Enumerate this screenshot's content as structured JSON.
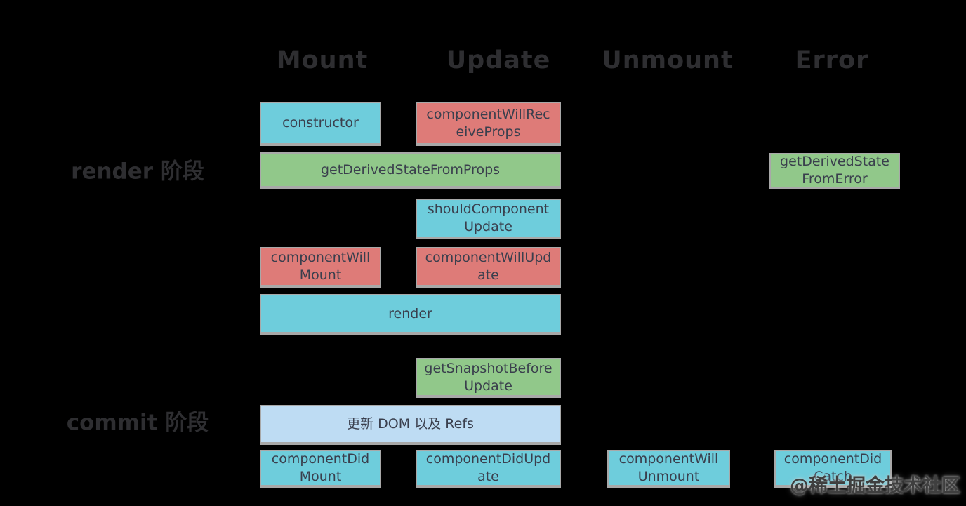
{
  "diagram": {
    "columns": [
      {
        "label": "Mount"
      },
      {
        "label": "Update"
      },
      {
        "label": "Unmount"
      },
      {
        "label": "Error"
      }
    ],
    "rows": [
      {
        "label": "render 阶段"
      },
      {
        "label": "commit 阶段"
      }
    ],
    "boxes": [
      {
        "label": "constructor",
        "color": "cyan",
        "column": "Mount"
      },
      {
        "label": "componentWillReceiveProps",
        "color": "red",
        "column": "Update"
      },
      {
        "label": "getDerivedStateFromProps",
        "color": "green",
        "column": "Mount+Update"
      },
      {
        "label": "getDerivedStateFromError",
        "color": "green",
        "column": "Error"
      },
      {
        "label": "shouldComponentUpdate",
        "color": "cyan",
        "column": "Update"
      },
      {
        "label": "componentWillMount",
        "color": "red",
        "column": "Mount"
      },
      {
        "label": "componentWillUpdate",
        "color": "red",
        "column": "Update"
      },
      {
        "label": "render",
        "color": "cyan",
        "column": "Mount+Update"
      },
      {
        "label": "getSnapshotBeforeUpdate",
        "color": "green",
        "column": "Update"
      },
      {
        "label": "更新 DOM 以及 Refs",
        "color": "blue",
        "column": "Mount+Update"
      },
      {
        "label": "componentDidMount",
        "color": "cyan",
        "column": "Mount"
      },
      {
        "label": "componentDidUpdate",
        "color": "cyan",
        "column": "Update"
      },
      {
        "label": "componentWillUnmount",
        "color": "cyan",
        "column": "Unmount"
      },
      {
        "label": "componentDidCatch",
        "color": "cyan",
        "column": "Error"
      }
    ],
    "colors": {
      "background": "#000000",
      "box_cyan": "#6ecddc",
      "box_red": "#de7b78",
      "box_green": "#91c88a",
      "box_blue": "#bedcf3",
      "box_border": "#a8a8a8",
      "box_text": "#3a3f4d",
      "heading_text": "#2e2e31"
    },
    "watermark": "@稀土掘金技术社区"
  }
}
